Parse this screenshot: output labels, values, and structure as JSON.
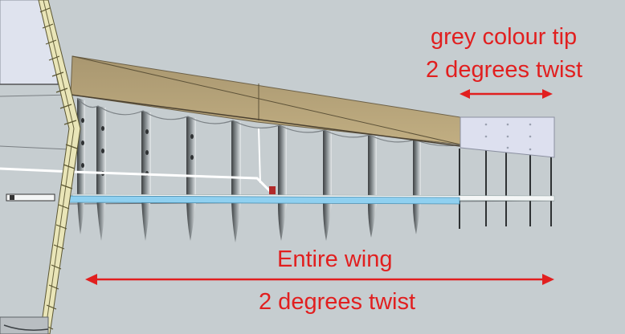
{
  "annotations": {
    "tip_line1": "grey colour tip",
    "tip_line2": "2 degrees twist",
    "wing_line1": "Entire wing",
    "wing_line2": "2 degrees twist"
  },
  "colors": {
    "background": "#c6cdd0",
    "annotation_red": "#e11f1f",
    "wing_skin": "#b7a57a",
    "tip_panel": "#dde0ef",
    "spar_blue": "#8fd0f0"
  }
}
